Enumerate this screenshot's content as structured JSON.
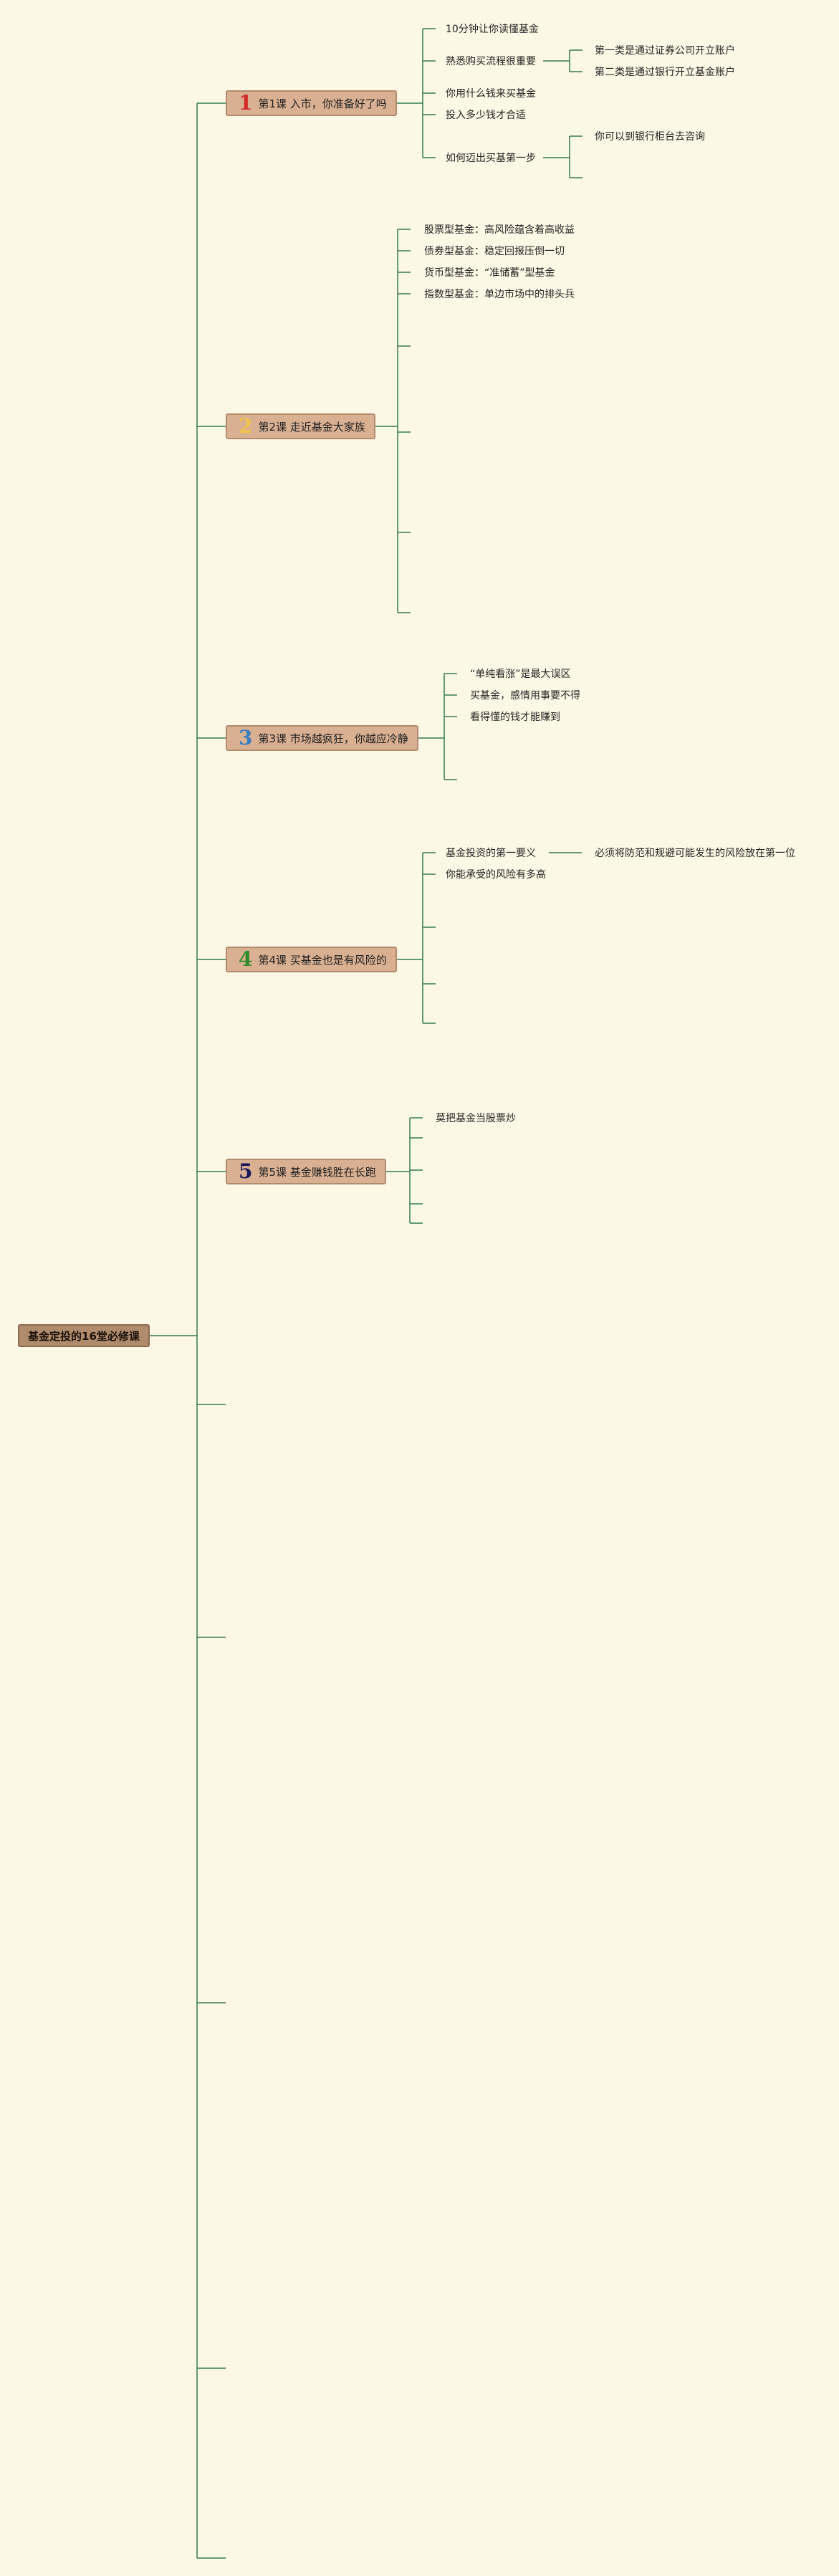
{
  "root": {
    "label": "基金定投的16堂必修课"
  },
  "lessons": [
    {
      "number": "1",
      "number_color": "#d42a2a",
      "label": "第1课 入市，你准备好了吗",
      "items": [
        {
          "label": "10分钟让你读懂基金"
        },
        {
          "label": "熟悉购买流程很重要",
          "children": [
            "第一类是通过证券公司开立账户",
            "第二类是通过银行开立基金账户"
          ]
        },
        {
          "label": "你用什么钱来买基金"
        },
        {
          "label": "投入多少钱才合适"
        },
        {
          "label": "如何迈出买基第一步",
          "children": [
            "你可以到银行柜台去咨询",
            ""
          ]
        }
      ]
    },
    {
      "number": "2",
      "number_color": "#f0c24a",
      "label": "第2课 走近基金大家族",
      "items": [
        {
          "label": "股票型基金：高风险蕴含着高收益"
        },
        {
          "label": "债券型基金：稳定回报压倒一切"
        },
        {
          "label": "货币型基金：“准储蓄”型基金"
        },
        {
          "label": "指数型基金：单边市场中的排头兵"
        },
        {
          "label": ""
        },
        {
          "label": ""
        },
        {
          "label": ""
        },
        {
          "label": ""
        }
      ]
    },
    {
      "number": "3",
      "number_color": "#3a7ec0",
      "label": "第3课 市场越疯狂，你越应冷静",
      "items": [
        {
          "label": "“单纯看涨”是最大误区"
        },
        {
          "label": "买基金，感情用事要不得"
        },
        {
          "label": "看得懂的钱才能赚到"
        },
        {
          "label": ""
        }
      ]
    },
    {
      "number": "4",
      "number_color": "#2f8a2a",
      "label": "第4课 买基金也是有风险的",
      "items": [
        {
          "label": "基金投资的第一要义",
          "children": [
            "必须将防范和规避可能发生的风险放在第一位"
          ]
        },
        {
          "label": "你能承受的风险有多高"
        },
        {
          "label": ""
        },
        {
          "label": ""
        },
        {
          "label": ""
        }
      ]
    },
    {
      "number": "5",
      "number_color": "#1a1a5a",
      "label": "第5课 基金赚钱胜在长跑",
      "items": [
        {
          "label": "莫把基金当股票炒"
        },
        {
          "label": ""
        },
        {
          "label": ""
        },
        {
          "label": ""
        },
        {
          "label": ""
        }
      ]
    }
  ],
  "colors": {
    "line": "#2f7d4f",
    "background": "#fdf8e6",
    "lesson_box": "#d9b092",
    "root_box": "#b08c6c"
  }
}
